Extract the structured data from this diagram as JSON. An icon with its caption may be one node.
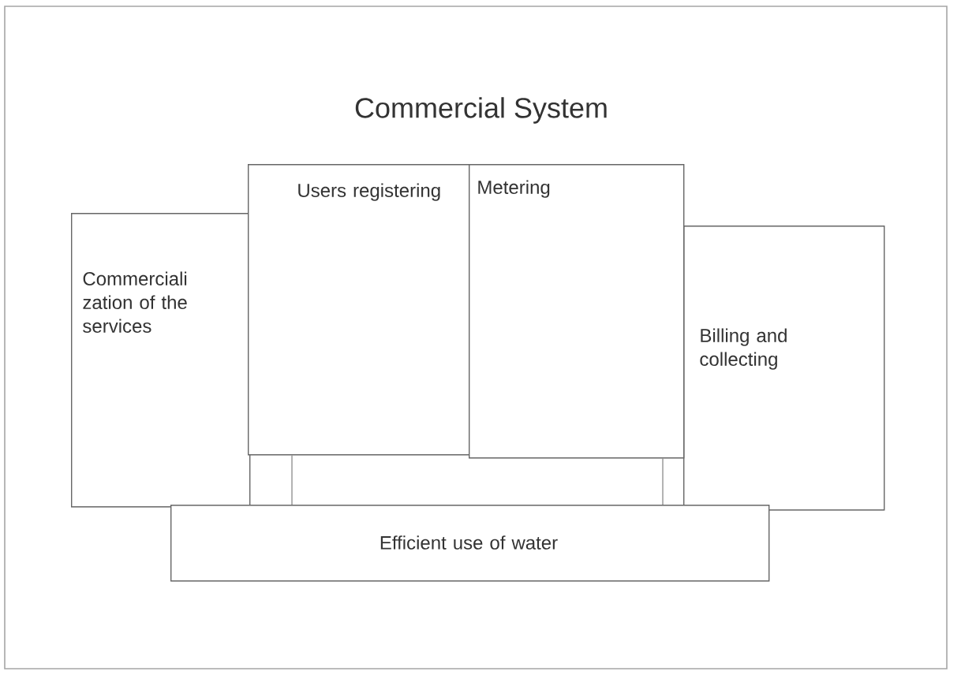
{
  "diagram": {
    "title": "Commercial System",
    "nodes": [
      {
        "text": [
          "Commerciali zation of the services"
        ]
      },
      {
        "text": [
          "Users registering"
        ]
      },
      {
        "text": [
          "Metering"
        ]
      },
      {
        "text": [
          "Billing and collecting"
        ]
      },
      {
        "text": [
          "Efficient use of water"
        ]
      }
    ],
    "edges": [
      {
        "from": 1,
        "to": 4,
        "arrow": "none"
      },
      {
        "from": 2,
        "to": 4,
        "arrow": "none"
      }
    ]
  }
}
